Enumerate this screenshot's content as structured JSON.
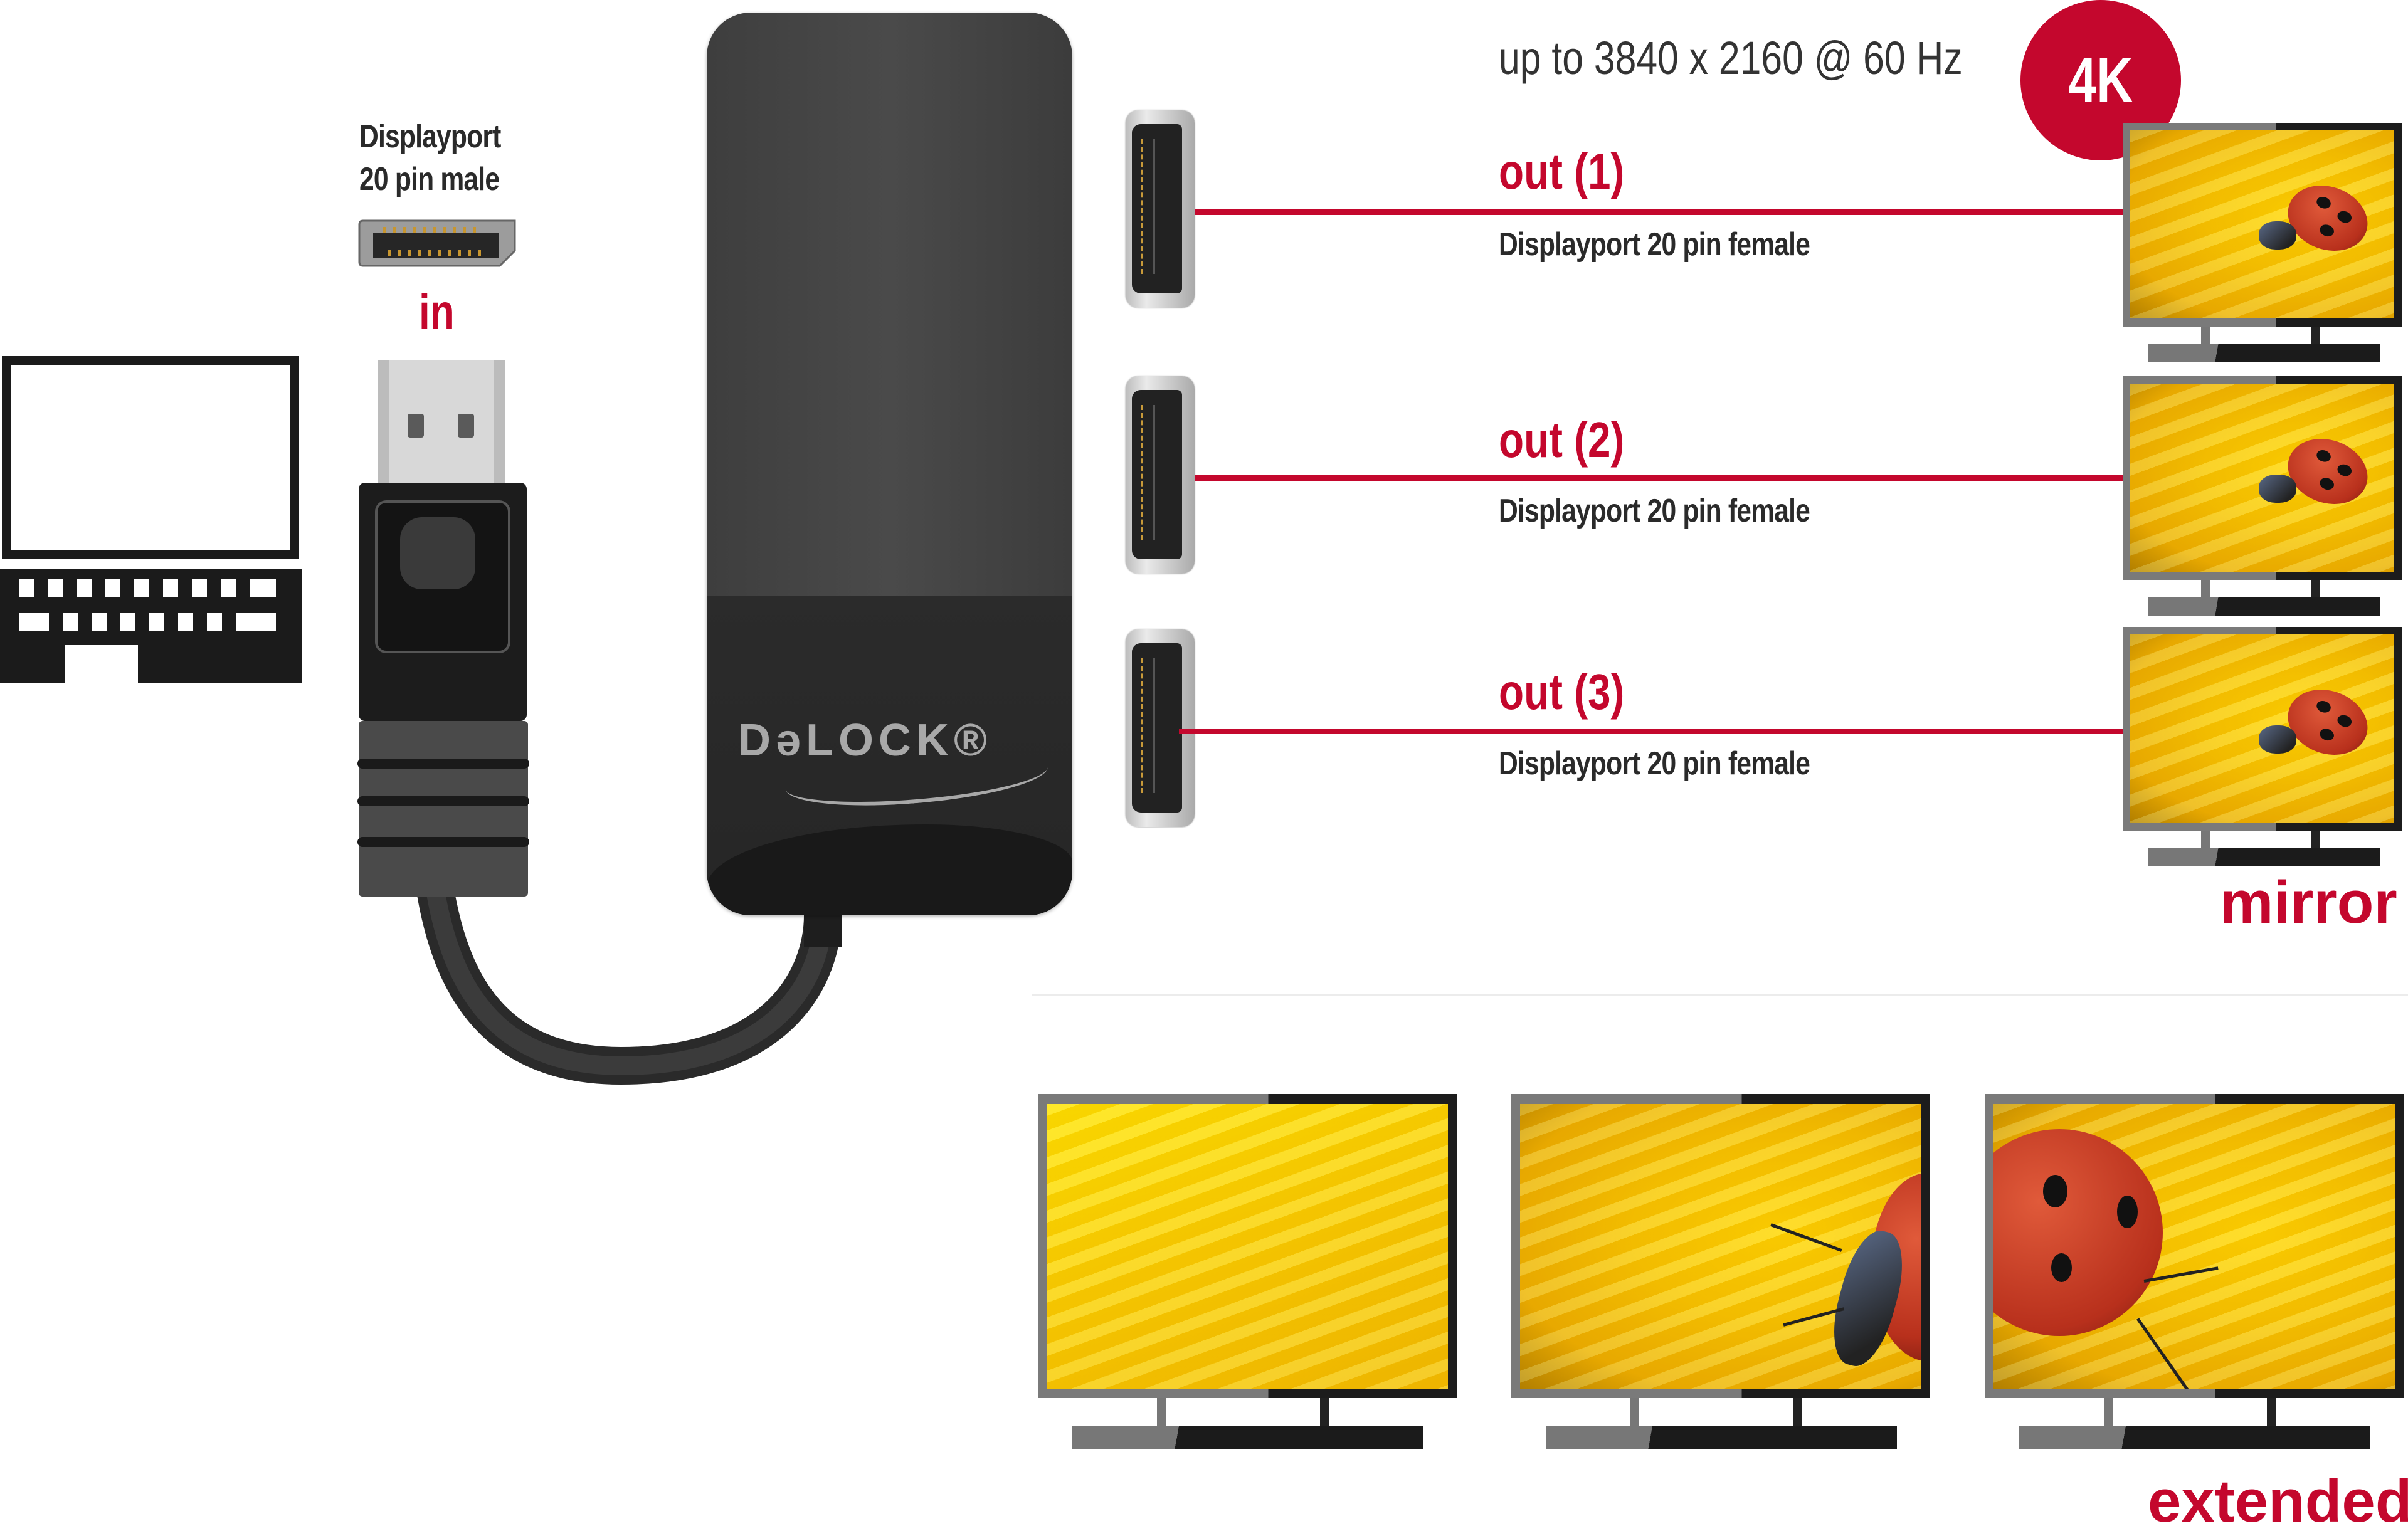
{
  "header": {
    "resolution_text": "up to 3840 x 2160 @ 60 Hz",
    "badge_label": "4K"
  },
  "input": {
    "connector_label_line1": "Displayport",
    "connector_label_line2": "20 pin male",
    "direction_label": "in",
    "device": "laptop-icon"
  },
  "hub": {
    "brand": "DeLOCK",
    "brand_display": "DəLOCK®"
  },
  "outputs": [
    {
      "label": "out (1)",
      "connector": "Displayport 20 pin female"
    },
    {
      "label": "out (2)",
      "connector": "Displayport 20 pin female"
    },
    {
      "label": "out (3)",
      "connector": "Displayport 20 pin female"
    }
  ],
  "modes": {
    "mirror_label": "mirror",
    "extended_label": "extended"
  },
  "colors": {
    "accent_red": "#c4072d",
    "hub_body": "#444444",
    "text_dark": "#2a2a2a",
    "screen_yellow": "#f6c200"
  }
}
